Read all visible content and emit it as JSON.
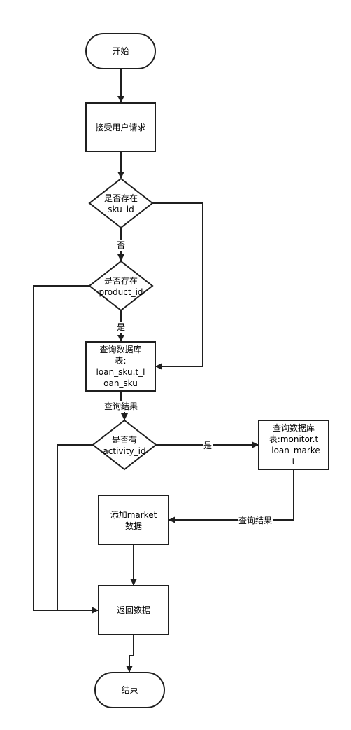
{
  "nodes": {
    "start": "开始",
    "receive_request": "接受用户请求",
    "check_sku": "是否存在\nsku_id",
    "check_product": "是否存在\nproduct_id",
    "query_loan_sku": "查询数据库\n表:\nloan_sku.t_l\noan_sku",
    "check_activity": "是否有\nactivity_id",
    "query_monitor": "查询数据库\n表:monitor.t\n_loan_marke\nt",
    "add_market": "添加market\n数据",
    "return_data": "返回数据",
    "end": "结束"
  },
  "edges": {
    "sku_no": "否",
    "product_yes": "是",
    "loan_sku_result": "查询结果",
    "activity_yes": "是",
    "monitor_result": "查询结果"
  }
}
